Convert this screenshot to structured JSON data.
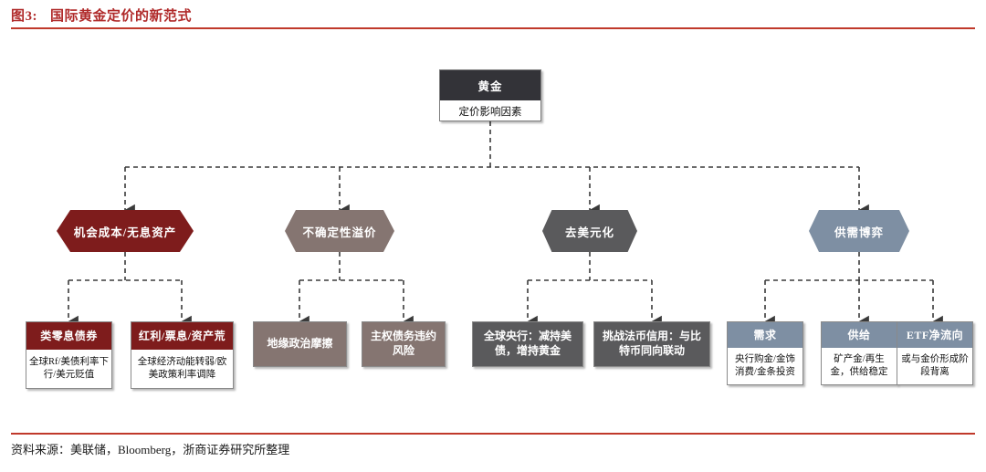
{
  "figure": {
    "label": "图3:",
    "title": "国际黄金定价的新范式",
    "source": "资料来源：美联储，Bloomberg，浙商证券研究所整理",
    "accent_color": "#C0392B"
  },
  "palette": {
    "root_header": "#333338",
    "dark_red": "#7E1C1C",
    "taupe": "#857571",
    "gray": "#5A5A5C",
    "blue_gray": "#7E8FA3"
  },
  "root": {
    "header": "黄金",
    "body": "定价影响因素"
  },
  "branches": [
    {
      "name": "机会成本/无息资产",
      "color": "#7E1C1C"
    },
    {
      "name": "不确定性溢价",
      "color": "#857571"
    },
    {
      "name": "去美元化",
      "color": "#5A5A5C"
    },
    {
      "name": "供需博弈",
      "color": "#7E8FA3"
    }
  ],
  "leaves": [
    {
      "header": "类零息债券",
      "body": "全球Rf/美债利率下行/美元贬值",
      "color": "#7E1C1C",
      "style": "header-body"
    },
    {
      "header": "红利/票息/资产荒",
      "body": "全球经济动能转弱/欧美政策利率调降",
      "color": "#7E1C1C",
      "style": "header-body"
    },
    {
      "header": "地缘政治摩擦",
      "body": "",
      "color": "#857571",
      "style": "solid"
    },
    {
      "header": "主权债务违约风险",
      "body": "",
      "color": "#857571",
      "style": "solid"
    },
    {
      "header": "全球央行：减持美债，增持黄金",
      "body": "",
      "color": "#5A5A5C",
      "style": "solid"
    },
    {
      "header": "挑战法币信用：与比特币同向联动",
      "body": "",
      "color": "#5A5A5C",
      "style": "solid"
    },
    {
      "header": "需求",
      "body": "央行购金/金饰消费/金条投资",
      "color": "#7E8FA3",
      "style": "header-body"
    },
    {
      "header": "供给",
      "body": "矿产金/再生金，供给稳定",
      "color": "#7E8FA3",
      "style": "header-body"
    },
    {
      "header": "ETF净流向",
      "body": "或与金价形成阶段背离",
      "color": "#7E8FA3",
      "style": "header-body"
    }
  ]
}
